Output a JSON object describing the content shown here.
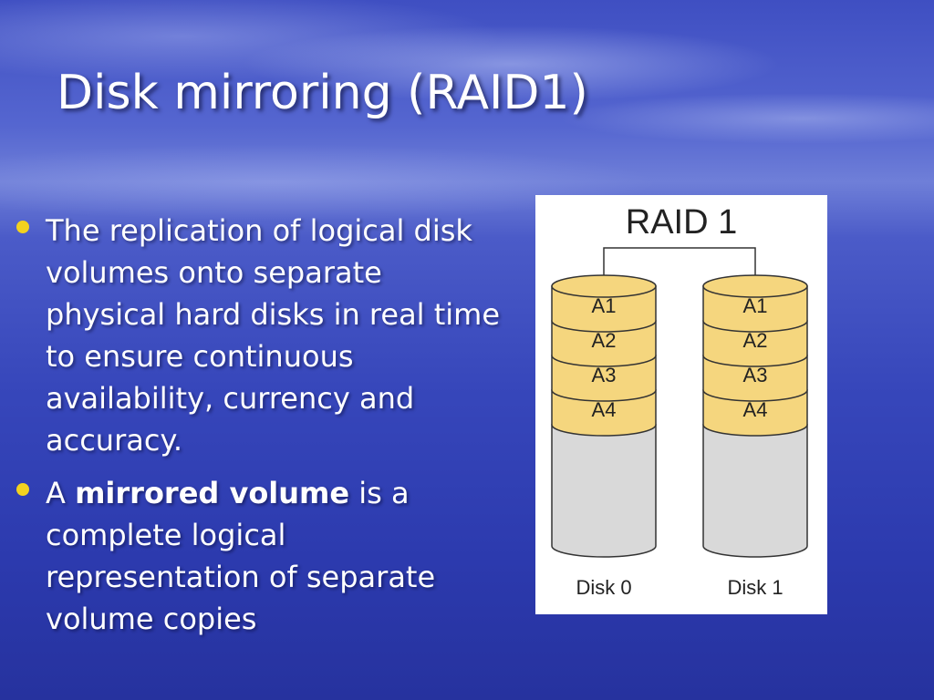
{
  "slide": {
    "title": "Disk mirroring (RAID1)",
    "bullets": [
      {
        "text": "The replication of logical disk volumes onto separate physical hard disks in real time to ensure continuous availability, currency and accuracy."
      },
      {
        "prefix": "A ",
        "bold": "mirrored volume",
        "suffix": " is a complete logical representation of separate volume copies"
      }
    ]
  },
  "diagram": {
    "heading": "RAID 1",
    "disks": [
      {
        "label": "Disk 0",
        "blocks": [
          "A1",
          "A2",
          "A3",
          "A4"
        ]
      },
      {
        "label": "Disk 1",
        "blocks": [
          "A1",
          "A2",
          "A3",
          "A4"
        ]
      }
    ],
    "colors": {
      "block_fill": "#f5d67e",
      "empty_fill": "#d9d9d9",
      "outline": "#333333",
      "bullet": "#f2d21f"
    }
  }
}
